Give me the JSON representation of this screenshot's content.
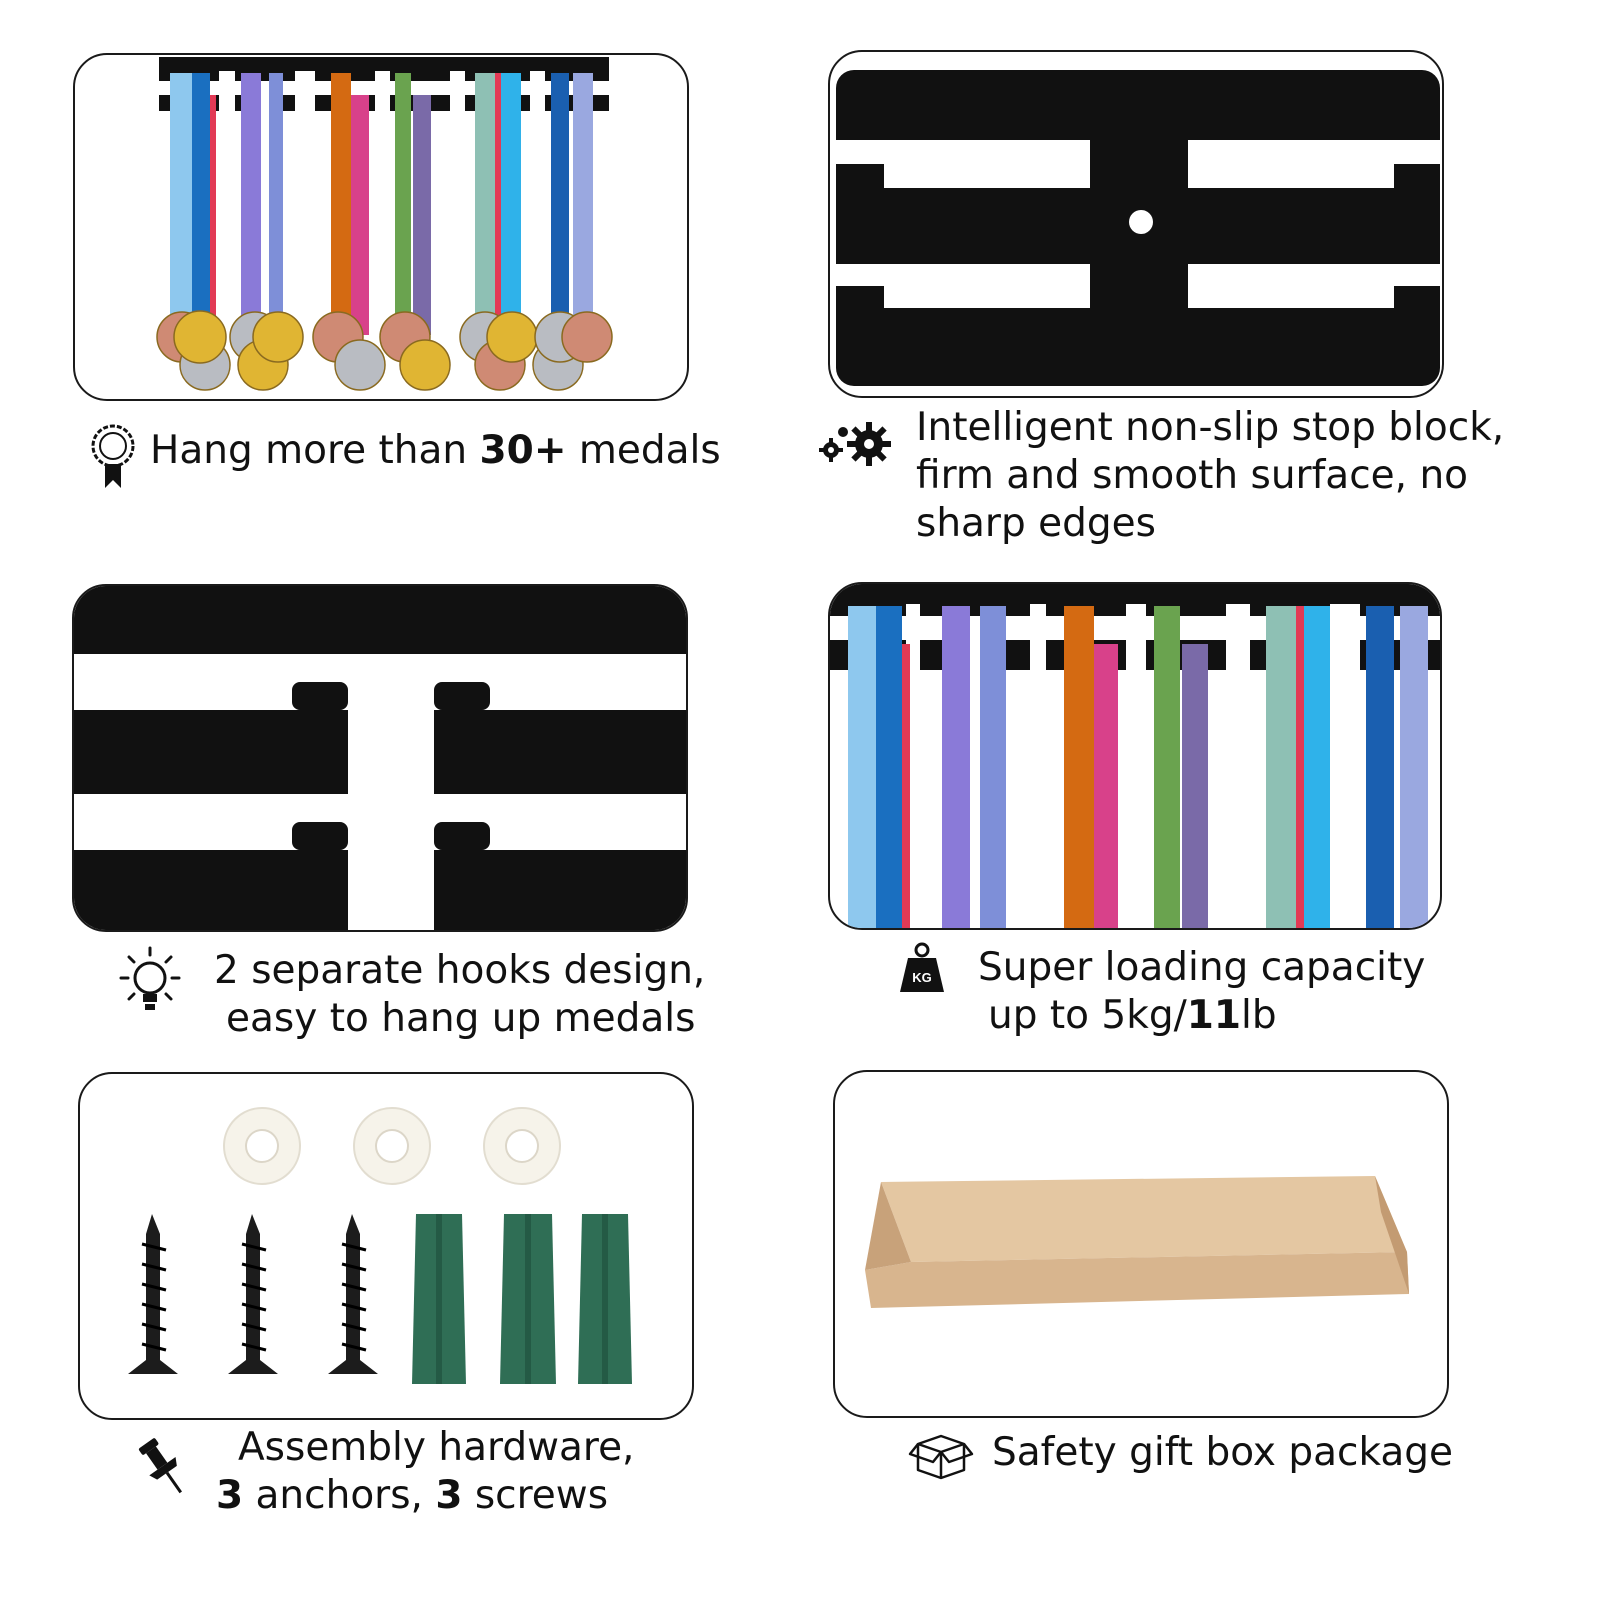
{
  "features": [
    {
      "icon": "award-ribbon-icon",
      "caption_parts": [
        "Hang more than ",
        "30+",
        " medals"
      ]
    },
    {
      "icon": "gears-icon",
      "caption_lines": [
        "Intelligent non-slip stop block,",
        "firm and smooth surface, no",
        "sharp edges"
      ]
    },
    {
      "icon": "lightbulb-icon",
      "caption_lines": [
        "2 separate hooks design,",
        "easy to hang up medals"
      ]
    },
    {
      "icon": "kg-weight-icon",
      "caption_line1": "Super loading capacity",
      "caption_line2_parts": [
        "up to 5kg/",
        "11",
        "lb"
      ]
    },
    {
      "icon": "pushpin-icon",
      "caption_line1": "Assembly hardware,",
      "caption_line2_parts": [
        "3",
        " anchors, ",
        "3",
        " screws"
      ]
    },
    {
      "icon": "package-box-icon",
      "caption_parts": [
        "Safety gift box package"
      ]
    }
  ],
  "weight_icon_label": "KG",
  "colors": {
    "wood_black": "#111111",
    "ribbon_blue": "#1a6fc0",
    "ribbon_lightblue": "#8ec8ee",
    "ribbon_red": "#e23a55",
    "ribbon_purple": "#8a7ad8",
    "ribbon_orange": "#d46a12",
    "ribbon_green": "#6aa34f",
    "ribbon_teal": "#8ec0b4",
    "anchor_green": "#2f6e55",
    "box_kraft": "#d8b58e",
    "medal_gold": "#e0b533",
    "medal_silver": "#b9bcc2",
    "medal_bronze": "#cf8a74"
  }
}
